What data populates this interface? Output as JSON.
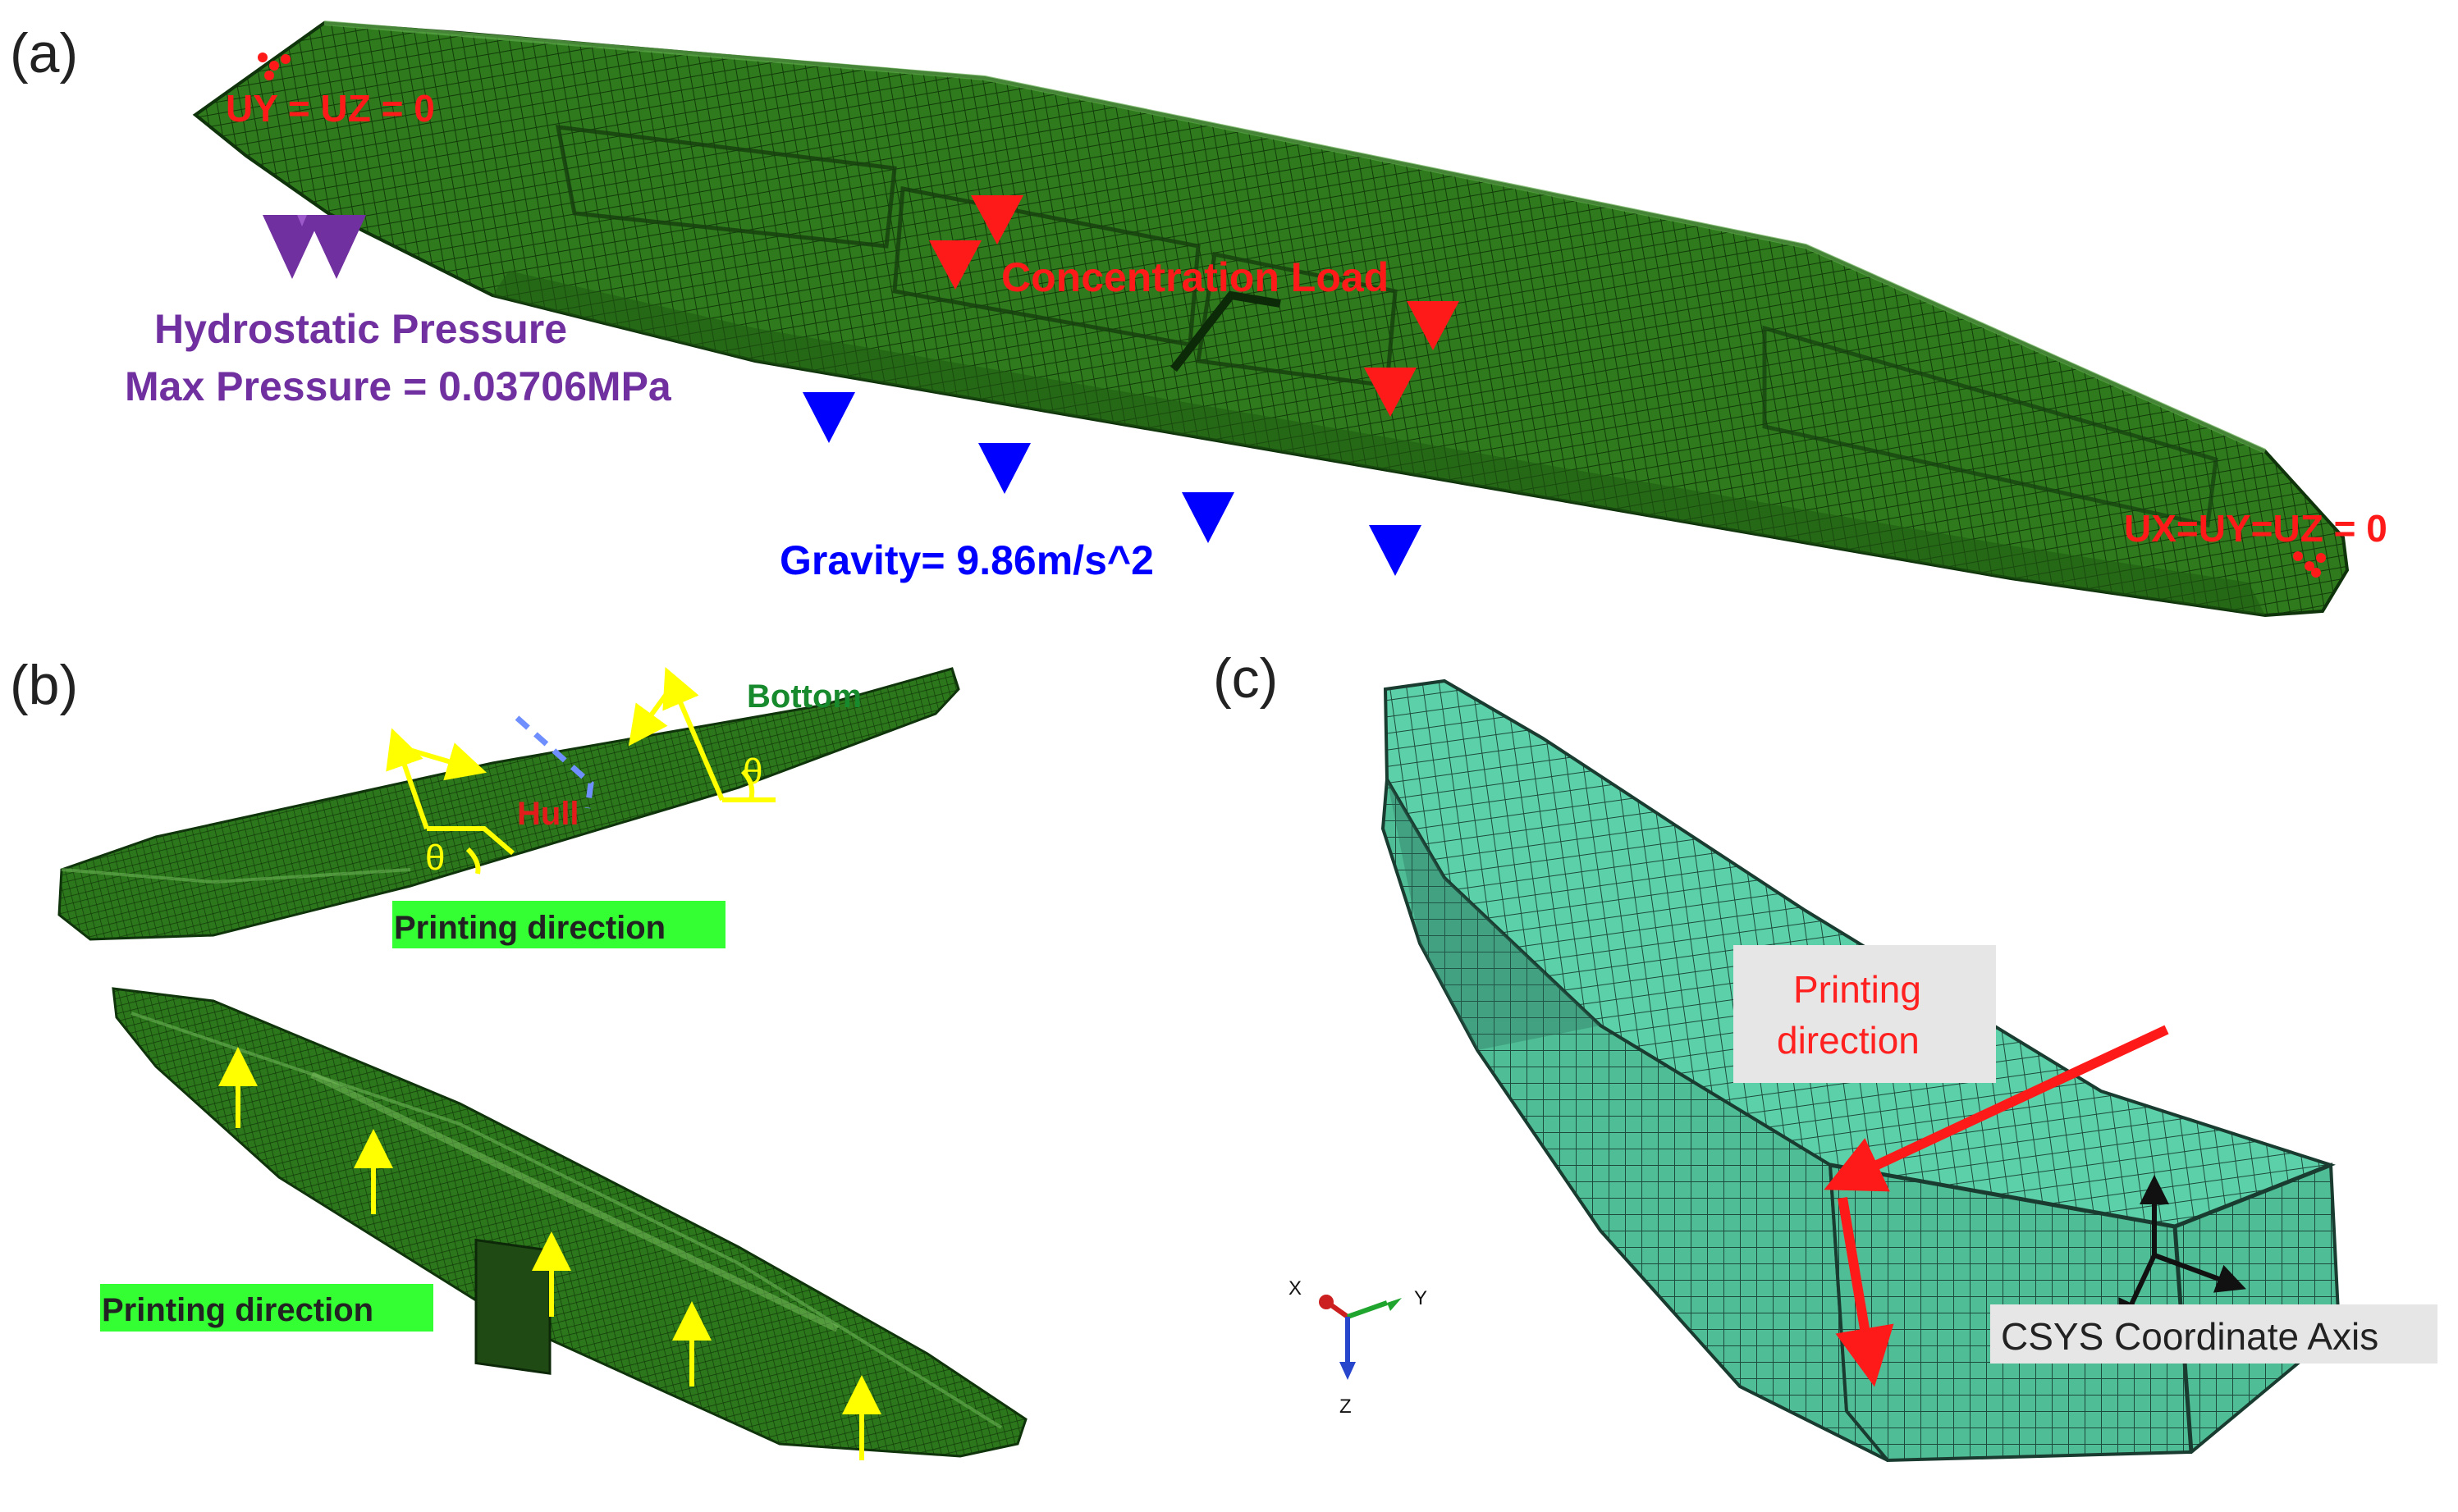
{
  "panels": {
    "a": {
      "letter": "(a)",
      "bc_left": "UY = UZ = 0",
      "bc_right": "UX=UY=UZ = 0",
      "concentration": "Concentration Load",
      "hydro_title": "Hydrostatic Pressure",
      "hydro_max": "Max Pressure = 0.03706MPa",
      "gravity": "Gravity= 9.86m/s^2"
    },
    "b": {
      "letter": "(b)",
      "bottom": "Bottom",
      "hull": "Hull",
      "theta": "θ",
      "printing_top": "Printing direction",
      "printing_bottom": "Printing direction"
    },
    "c": {
      "letter": "(c)",
      "printing_line1": "Printing",
      "printing_line2": "direction",
      "csys": "CSYS Coordinate Axis",
      "axis_x": "X",
      "axis_y": "Y",
      "axis_z": "Z"
    }
  },
  "colors": {
    "mesh_green": "#2f7d1f",
    "mesh_teal": "#57c9a2",
    "load_red": "#ff1a1a",
    "pressure_purple": "#7030a0",
    "gravity_blue": "#0000ff",
    "label_bg_green": "#33ff33",
    "arrow_yellow": "#ffff00"
  }
}
